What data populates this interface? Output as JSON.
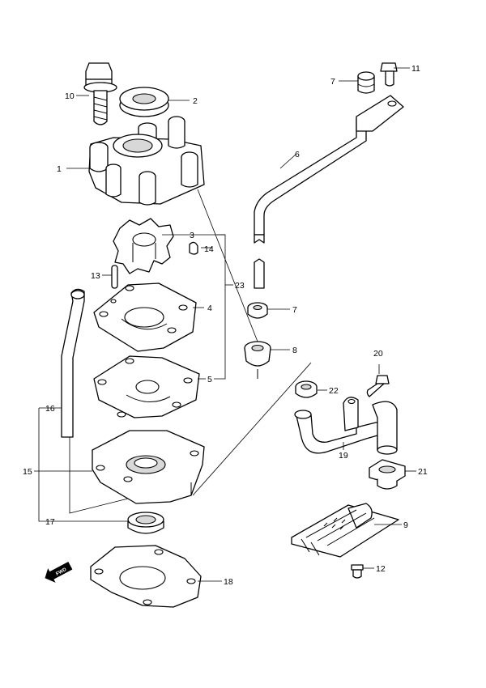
{
  "callouts": {
    "c1": "1",
    "c2": "2",
    "c3": "3",
    "c4": "4",
    "c5": "5",
    "c6": "6",
    "c7a": "7",
    "c7b": "7",
    "c8": "8",
    "c9": "9",
    "c10": "10",
    "c11": "11",
    "c12": "12",
    "c13": "13",
    "c14": "14",
    "c15": "15",
    "c16": "16",
    "c17": "17",
    "c18": "18",
    "c19": "19",
    "c20": "20",
    "c21": "21",
    "c22": "22",
    "c23": "23"
  },
  "direction_arrow": {
    "label": "FWD",
    "icon": "fwd-arrow-icon"
  },
  "colors": {
    "line": "#000000",
    "background": "#ffffff",
    "shade": "#d8d8d8"
  }
}
